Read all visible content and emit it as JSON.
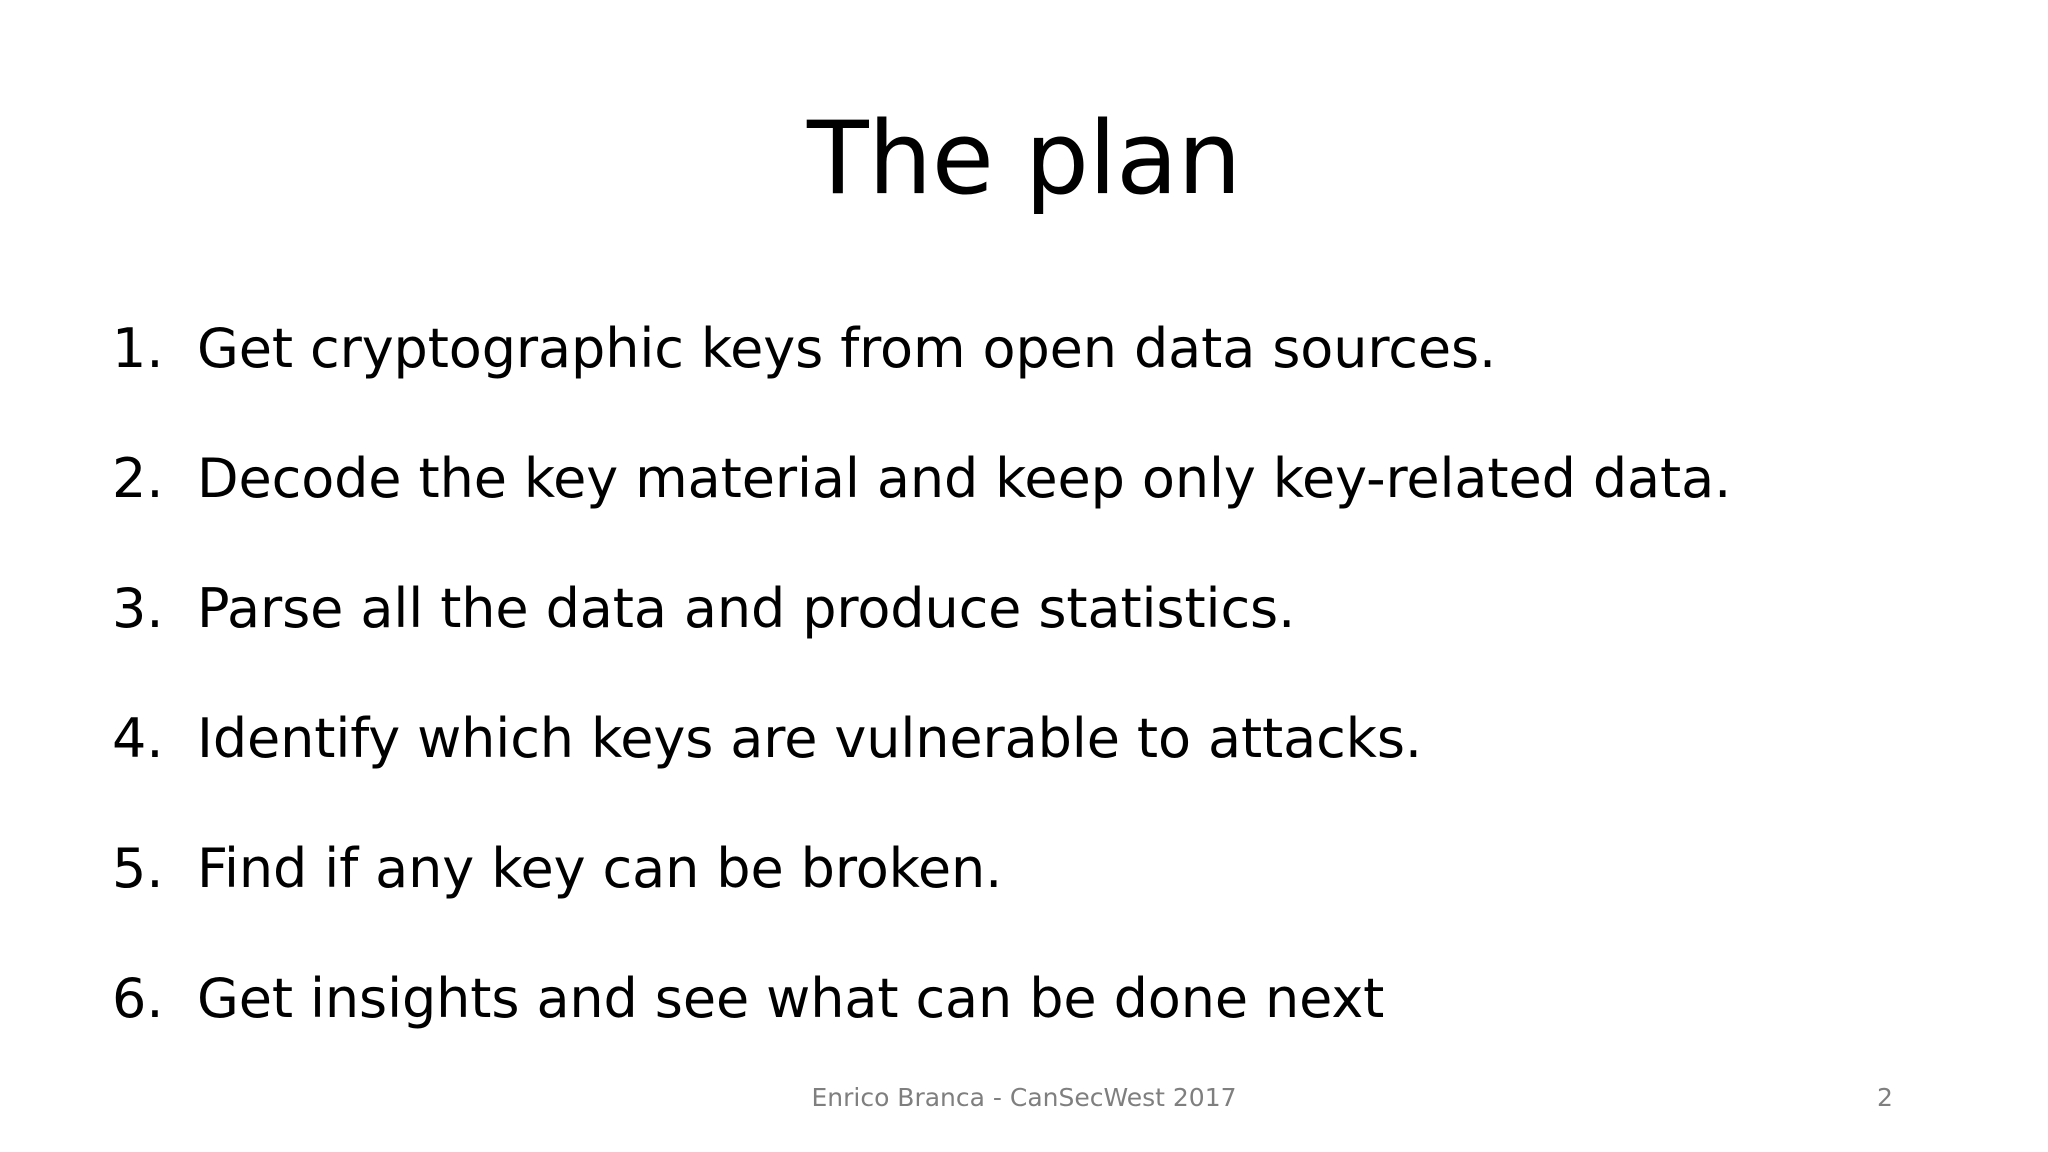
{
  "slide": {
    "title": "The plan",
    "background_color": "#ffffff",
    "text_color": "#000000",
    "footer_color": "#7f7f7f",
    "items": [
      {
        "number": "1.",
        "text": "Get cryptographic keys from open data sources."
      },
      {
        "number": "2.",
        "text": "Decode the key material and keep only key-related data."
      },
      {
        "number": "3.",
        "text": "Parse all the data and produce statistics."
      },
      {
        "number": "4.",
        "text": "Identify which keys are vulnerable to attacks."
      },
      {
        "number": "5.",
        "text": "Find if any key can be broken."
      },
      {
        "number": "6.",
        "text": "Get insights and see what can be done next"
      }
    ],
    "footer": "Enrico Branca - CanSecWest 2017",
    "page_number": "2"
  }
}
